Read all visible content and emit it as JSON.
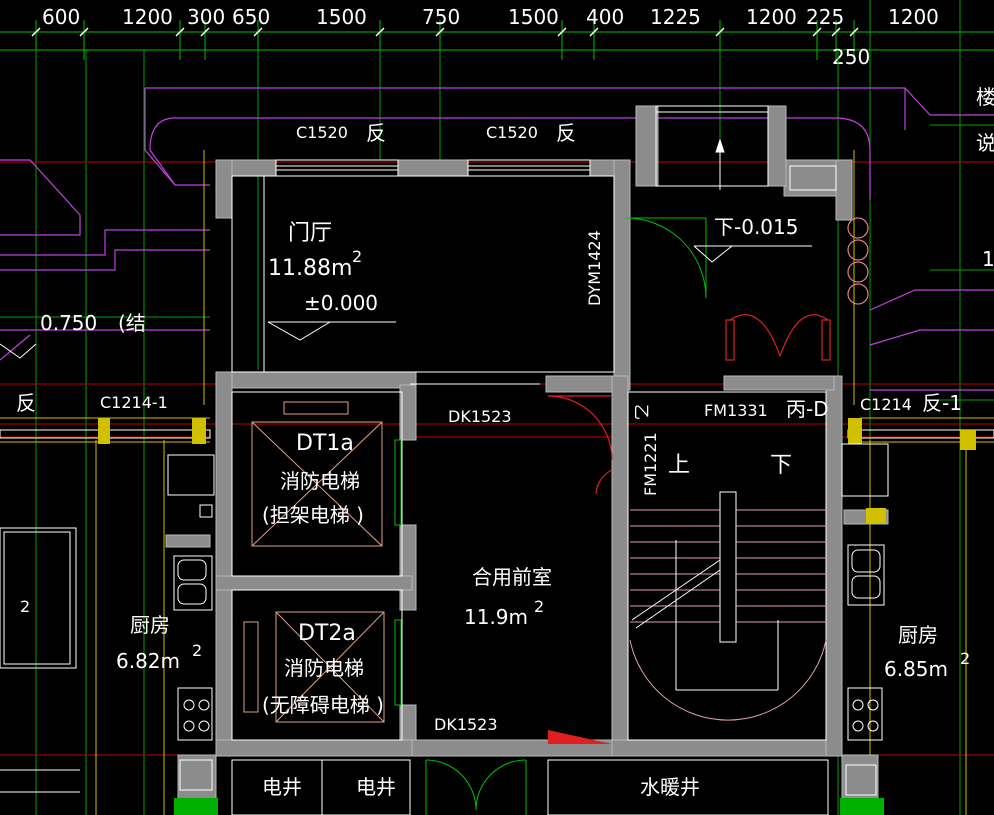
{
  "colors": {
    "background": "#000000",
    "wall": "#9a9a9a",
    "axis_line": "#c00000",
    "dimension_line": "#00c000",
    "roof_outline": "#c040e0",
    "text": "#ffffff",
    "door_swing": "#00c000",
    "fire_door": "#e02020",
    "fixture": "#ffd700"
  },
  "dimensions_top": [
    "600",
    "1200",
    "300",
    "650",
    "1500",
    "750",
    "1500",
    "400",
    "1225",
    "1200",
    "225",
    "1200"
  ],
  "dimension_extra": "250",
  "windows": {
    "c1520_a": "C1520",
    "c1520_a_note": "反",
    "c1520_b": "C1520",
    "c1520_b_note": "反",
    "c1214_left": "C1214-1",
    "c1214_right": "C1214",
    "c1214_right_note": "反-1",
    "left_edge_note": "反"
  },
  "rooms": {
    "hall_name": "门厅",
    "hall_area": "11.88m",
    "hall_area_sup": "2",
    "hall_level": "±0.000",
    "entry_level": "下-0.015",
    "left_level": "0.750",
    "left_level_note": "(结",
    "lift1_code": "DT1a",
    "lift1_name": "消防电梯",
    "lift1_note": "(担架电梯 )",
    "lift2_code": "DT2a",
    "lift2_name": "消防电梯",
    "lift2_note": "(无障碍电梯 )",
    "lobby_name": "合用前室",
    "lobby_area": "11.9m",
    "lobby_area_sup": "2",
    "kitchen_left_name": "厨房",
    "kitchen_left_area": "6.82m",
    "kitchen_left_sup": "2",
    "kitchen_right_name": "厨房",
    "kitchen_right_area": "6.85m",
    "kitchen_right_sup": "2",
    "stair_up": "上",
    "stair_down": "下",
    "shaft1": "电井",
    "shaft2": "电井",
    "shaft3": "水暖井"
  },
  "doors": {
    "dym": "DYM1424",
    "dk_top": "DK1523",
    "dk_bottom": "DK1523",
    "fm1331": "FM1331",
    "fm1331_class": "丙-D",
    "fm1221": "FM1221",
    "fm_class": "乙"
  },
  "right_edge_glyphs": [
    "楼",
    "说",
    "1"
  ],
  "left_edge_marks": [
    "2"
  ]
}
